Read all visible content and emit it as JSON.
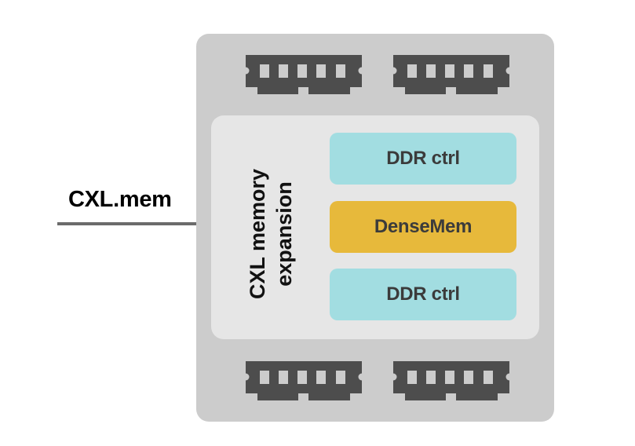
{
  "diagram": {
    "interface": {
      "label": "CXL.mem"
    },
    "device": {
      "label_line1": "CXL memory",
      "label_line2": "expansion",
      "blocks": [
        {
          "label": "DDR ctrl",
          "kind": "ddr-controller"
        },
        {
          "label": "DenseMem",
          "kind": "dense-memory"
        },
        {
          "label": "DDR ctrl",
          "kind": "ddr-controller"
        }
      ]
    },
    "dimm_modules": {
      "top_count": 2,
      "bottom_count": 2,
      "icon": "ram-module-icon"
    },
    "colors": {
      "outer_box": "#cccccc",
      "inner_box": "#e6e6e6",
      "ddr_ctrl": "#a2dde1",
      "densemem": "#e7b93b",
      "ram_module": "#4d4d4d",
      "link_line": "#6b6b6b"
    }
  }
}
